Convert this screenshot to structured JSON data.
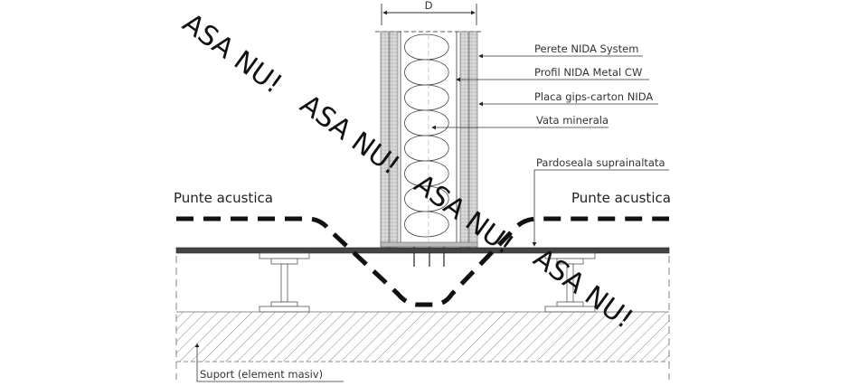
{
  "dimension_label": "D",
  "labels": {
    "wall_system": "Perete NIDA System",
    "metal_profile": "Profil NIDA Metal CW",
    "gypsum_board": "Placa gips-carton NIDA",
    "mineral_wool": "Vata minerala",
    "raised_floor": "Pardoseala suprainaltata",
    "support": "Suport (element masiv)"
  },
  "acoustic_bridge": [
    "Punte acustica",
    "Punte acustica"
  ],
  "warnings": [
    "ASA NU!",
    "ASA NU!",
    "ASA NU!",
    "ASA NU!"
  ],
  "colors": {
    "line": "#222222",
    "hatch": "#888888",
    "board": "#999999"
  }
}
